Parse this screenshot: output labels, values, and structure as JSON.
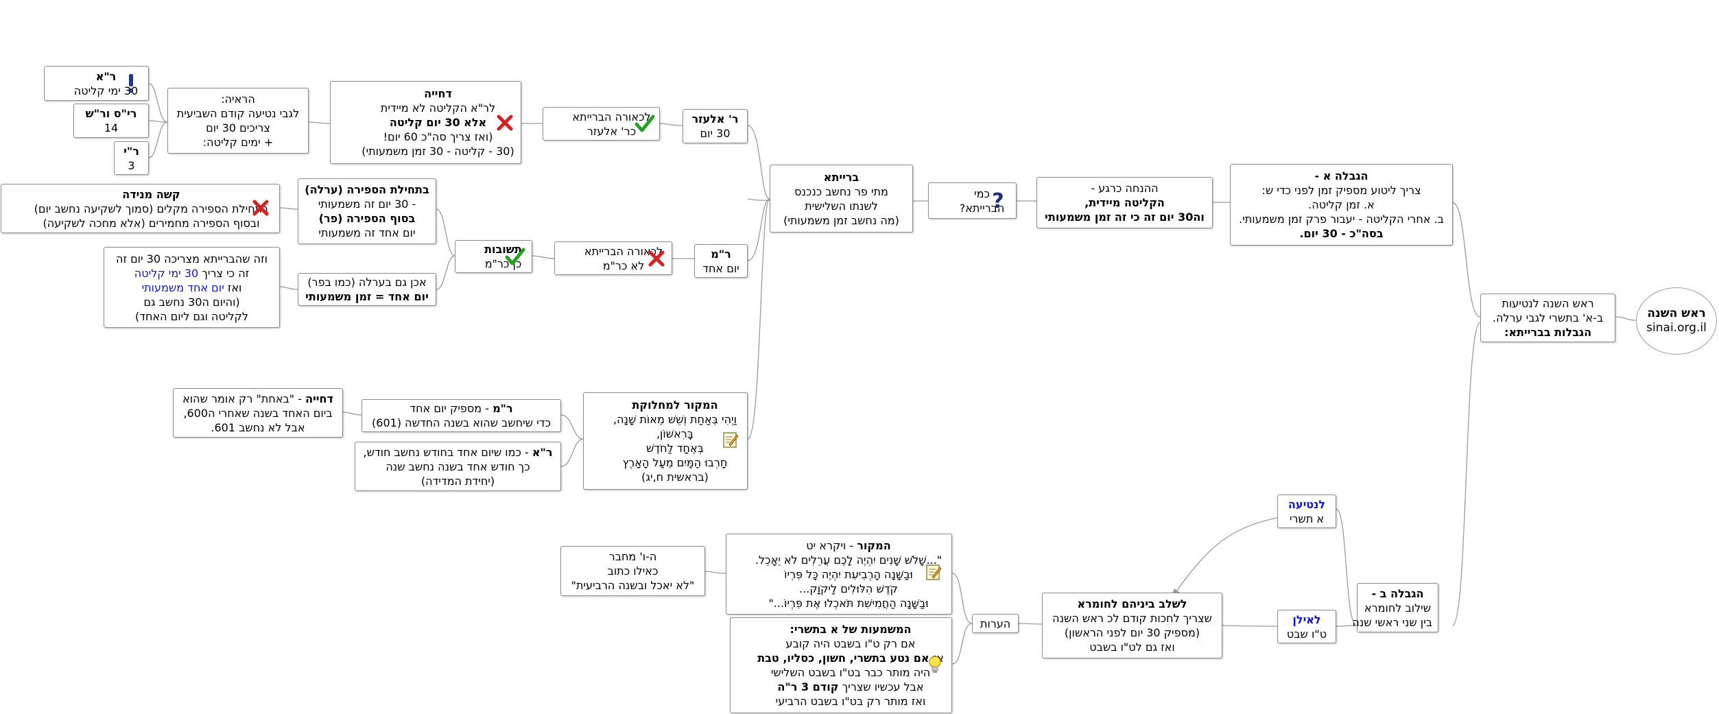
{
  "center": {
    "title": "ראש השנה",
    "site": "sinai.org.il"
  },
  "main": {
    "lines": [
      "ראש השנה לנטיעות",
      "ב-א' בתשרי לגבי ערלה.",
      "הגבלות בברייתא:"
    ]
  },
  "limitA": {
    "lines": [
      "הגבלה א -",
      "צריך ליטוע מספיק זמן לפני כדי ש:",
      "א. זמן קליטה.",
      "ב. אחרי הקליטה - יעבור פרק זמן משמעותי.",
      "בסה\"כ - 30 יום."
    ]
  },
  "assumption": {
    "lines": [
      "ההנחה כרגע -",
      "הקליטה מיידית,",
      "וה30 יום זה כי זה זמן משמעותי"
    ]
  },
  "howBaraita": {
    "lines": [
      "כמי",
      "הברייתא?"
    ]
  },
  "baraita": {
    "lines": [
      "ברייתא",
      "מתי פר נחשב כנכנס",
      "לשנתו השלישית",
      "(מה נחשב זמן משמעותי)"
    ]
  },
  "rElazar": {
    "lines": [
      "ר' אלעזר",
      "30 יום"
    ]
  },
  "likeElazar": {
    "lines": [
      "לכאורה הברייתא",
      "כר' אלעזר"
    ]
  },
  "rejection1": {
    "lines": [
      "דחייה",
      "לר\"א הקליטה לא מיידית",
      "אלא 30 יום קליטה",
      "(ואז צריך סה\"כ 60 יום!",
      "(30 - קליטה - 30 זמן משמעותי)"
    ]
  },
  "proof": {
    "lines": [
      "הראיה:",
      "לגבי נטיעה קודם השביעית",
      "צריכים 30 יום",
      "+ ימים קליטה:"
    ]
  },
  "ra30": {
    "lines": [
      "ר\"א",
      "30 ימי קליטה"
    ]
  },
  "ris14": {
    "lines": [
      "רי\"ס ור\"ש",
      "14"
    ]
  },
  "ry3": {
    "lines": [
      "ר\"י",
      "3"
    ]
  },
  "rMeir": {
    "lines": [
      "ר\"מ",
      "יום אחד"
    ]
  },
  "notLikeRM": {
    "lines": [
      "לכאורה הברייתא",
      "לא כר\"מ"
    ]
  },
  "answer": {
    "lines": [
      "תשובות",
      "כן כר\"מ"
    ]
  },
  "startCount": {
    "lines": [
      "בתחילת הספירה (ערלה)",
      "- 30 יום זה משמעותי",
      "בסוף הספירה (פר)",
      "יום אחד זה משמעותי"
    ]
  },
  "hardRebuttal": {
    "lines": [
      "קשה מנידה",
      "בתחילת הספירה מקלים (סמוך לשקיעה נחשב יום)",
      "ובסוף הספירה מחמירים (אלא מחכה לשקיעה)"
    ]
  },
  "alsoOrla": {
    "lines": [
      "אכן גם בערלה (כמו בפר)",
      "יום אחד = זמן משמעותי"
    ]
  },
  "explanation": {
    "lines": [
      "וזה שהברייתא מצריכה 30 יום זה",
      "זה כי צריך 30 ימי קליטה",
      "ואז יום אחד משמעותי",
      "(והיום ה30 נחשב גם",
      "לקליטה וגם ליום האחד)"
    ]
  },
  "source": {
    "lines": [
      "המקור למחלוקת",
      "וַיְהִי בְּאַחַת וְשֵׁשׁ מֵאוֹת שָׁנָה,",
      "בָּרִאשׁוֹן,",
      "בְּאֶחָד לַחֹדֶשׁ",
      "חָרְבוּ הַמַּיִם מֵעַל הָאָרֶץ",
      "(בראשית ח,יג)"
    ]
  },
  "rmDay": {
    "lines": [
      "ר\"מ - מספיק יום אחד",
      "כדי שיחשב שהוא בשנה החדשה (601)"
    ]
  },
  "rejection2": {
    "lines": [
      "דחייה - \"באחת\" רק אומר שהוא",
      "ביום האחד בשנה שאחרי ה600,",
      "אבל לא נחשב 601."
    ]
  },
  "raMonth": {
    "lines": [
      "ר\"א - כמו שיום אחד בחודש נחשב חודש,",
      "כך חודש אחד בשנה נחשב שנה",
      "(יחידת המדידה)"
    ]
  },
  "limitB": {
    "lines": [
      "הגבלה ב -",
      "שילוב לחומרא",
      "בין שני ראשי שנה"
    ]
  },
  "forPlanting": {
    "lines": [
      "לנטיעה",
      "א תשרי"
    ]
  },
  "forTree": {
    "lines": [
      "לאילן",
      "ט\"ו שבט"
    ]
  },
  "combine": {
    "lines": [
      "לשלב ביניהם לחומרא",
      "שצריך לחכות קודם לכ ראש השנה",
      "(מספיק 30 יום לפני הראשון)",
      "ואז גם לט\"ו בשבט"
    ]
  },
  "notes": {
    "label": "הערות"
  },
  "leviticus": {
    "lines": [
      "המקור - ויקרא יט",
      "\"...שָׁלֹשׁ שָׁנִים יִהְיֶה לָכֶם עֲרֵלִים לֹא יֵאָכֵל.",
      "וּבַשָּׁנָה הָרְבִיעִת יִהְיֶה כָּל פִּרְיוֹ",
      "קֹדֶשׁ הִלּוּלִים לַיקֹוָק...",
      "וּבַשָּׁנָה הַחֲמִישִׁת תֹּאכְלוּ אֶת פִּרְיוֹ...\""
    ]
  },
  "hey": {
    "lines": [
      "ה-ו' מחבר",
      "כאילו כתוב",
      "\"לא יאכל ובשנה הרביעית\""
    ]
  },
  "meaning": {
    "lines": [
      "המשמעות של א בתשרי:",
      "אם רק ט\"ו בשבט היה קובע",
      "אז אם נטע בתשרי, חשון, כסליו, טבת",
      "היה מותר כבר בט\"ו בשבט השלישי",
      "אבל עכשיו שצריך קודם 3 ר\"ה",
      "ואז מותר רק בט\"ו בשבט הרביעי"
    ]
  },
  "icons": [
    "exclamation-icon",
    "cross-icon",
    "check-icon",
    "question-icon",
    "note-icon",
    "bulb-icon"
  ],
  "colors": {
    "blue_text": "#1515c8",
    "check": "#22a020",
    "cross": "#d82020",
    "connector": "#9a9a9a"
  }
}
